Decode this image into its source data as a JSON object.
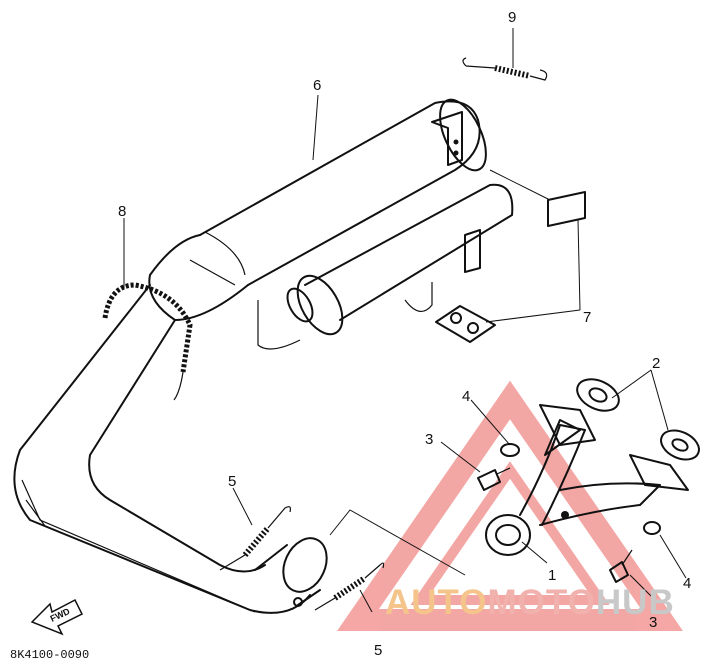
{
  "diagram": {
    "callouts": [
      {
        "id": "c1",
        "label": "1"
      },
      {
        "id": "c2",
        "label": "2"
      },
      {
        "id": "c3a",
        "label": "3"
      },
      {
        "id": "c3b",
        "label": "3"
      },
      {
        "id": "c4a",
        "label": "4"
      },
      {
        "id": "c4b",
        "label": "4"
      },
      {
        "id": "c5a",
        "label": "5"
      },
      {
        "id": "c5b",
        "label": "5"
      },
      {
        "id": "c6",
        "label": "6"
      },
      {
        "id": "c7",
        "label": "7"
      },
      {
        "id": "c8",
        "label": "8"
      },
      {
        "id": "c9",
        "label": "9"
      }
    ],
    "drawing_code": "8K4100-0090",
    "direction_arrow": "FWD"
  },
  "watermark": {
    "part1": "AUTO",
    "part2": "MOTO",
    "part3": "HUB",
    "colors": {
      "part1": "#f4c48a",
      "part2": "#f1b1ad",
      "part3": "#c8c8c8",
      "triangle": "#f08a86"
    }
  }
}
